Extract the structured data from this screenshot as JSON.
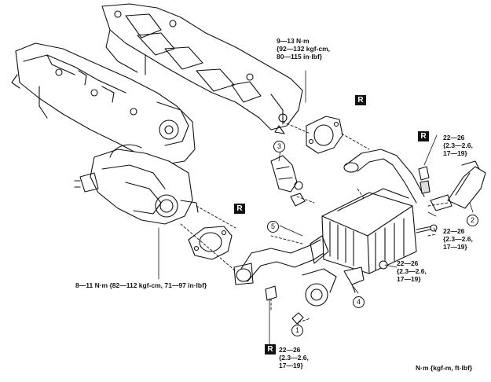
{
  "torque_specs": {
    "upper": [
      "9—13 N·m",
      "{92—132 kgf-cm,",
      "80—115 in·lbf}"
    ],
    "right_top": [
      "22—26",
      "{2.3—2.6,",
      "17—19}"
    ],
    "right_mid": [
      "22—26",
      "{2.3—2.6,",
      "17—19}"
    ],
    "center_lower": [
      "22—26",
      "{2.3—2.6,",
      "17—19}"
    ],
    "lower_left": "8—11 N·m {82—112 kgf-cm, 71—97 in·lbf}",
    "bottom": [
      "22—26",
      "{2.3—2.6,",
      "17—19}"
    ]
  },
  "replace_marker": "R",
  "callouts": [
    "1",
    "2",
    "3",
    "4",
    "5"
  ],
  "units_legend": "N·m {kgf-m, ft·lbf}"
}
